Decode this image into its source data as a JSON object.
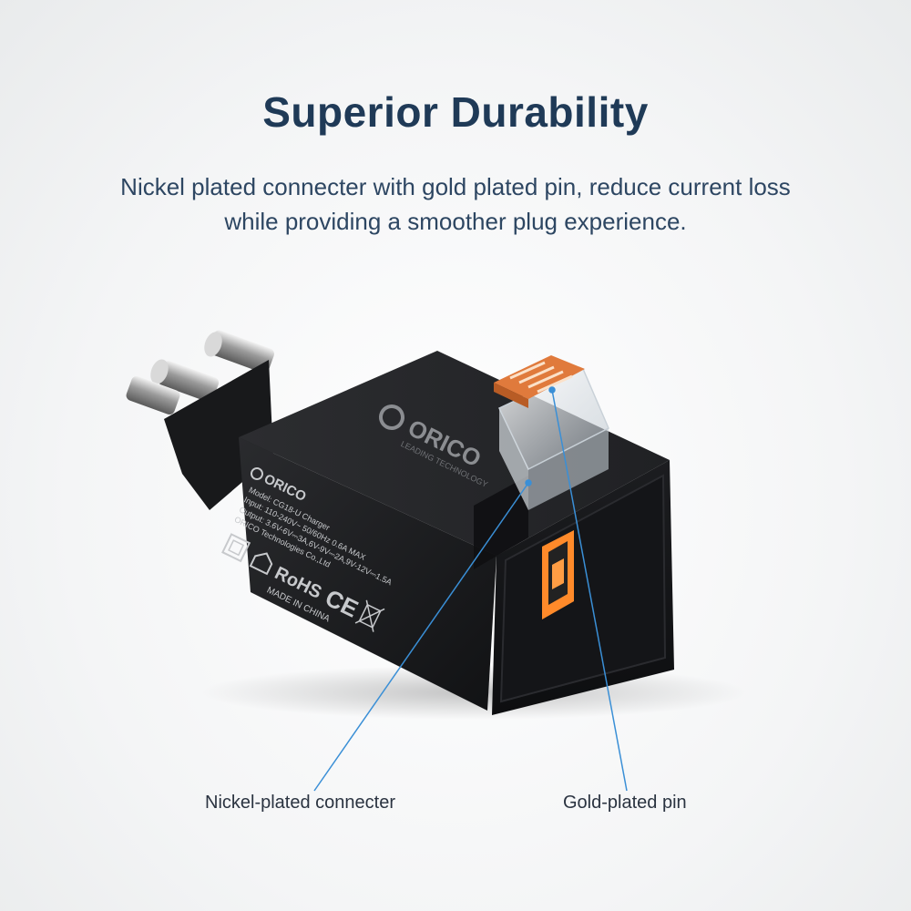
{
  "heading": "Superior Durability",
  "description_line1": "Nickel plated connecter with gold plated pin, reduce current loss",
  "description_line2": "while providing a smoother plug experience.",
  "callouts": {
    "nickel": "Nickel-plated connecter",
    "gold": "Gold-plated pin"
  },
  "product": {
    "brand": "ORICO",
    "tagline": "LEADING TECHNOLOGY",
    "label_lines": [
      "Model: CG18-U    Charger",
      "Input: 110-240V~ 50/60Hz 0.6A MAX",
      "Output: 3.6V-6V⎓3A,6V-9V⎓2A,9V-12V⎓1.5A",
      "ORICO Technologies Co.,Ltd"
    ],
    "marks": [
      "RoHS",
      "CE"
    ],
    "origin": "MADE IN CHINA"
  },
  "colors": {
    "heading": "#1f3a57",
    "body": "#2d4662",
    "callout_line": "#3a8fd6",
    "usb_port": "#ff8a2a",
    "pins": "#e07a3c",
    "charger": "#1b1c1e"
  }
}
